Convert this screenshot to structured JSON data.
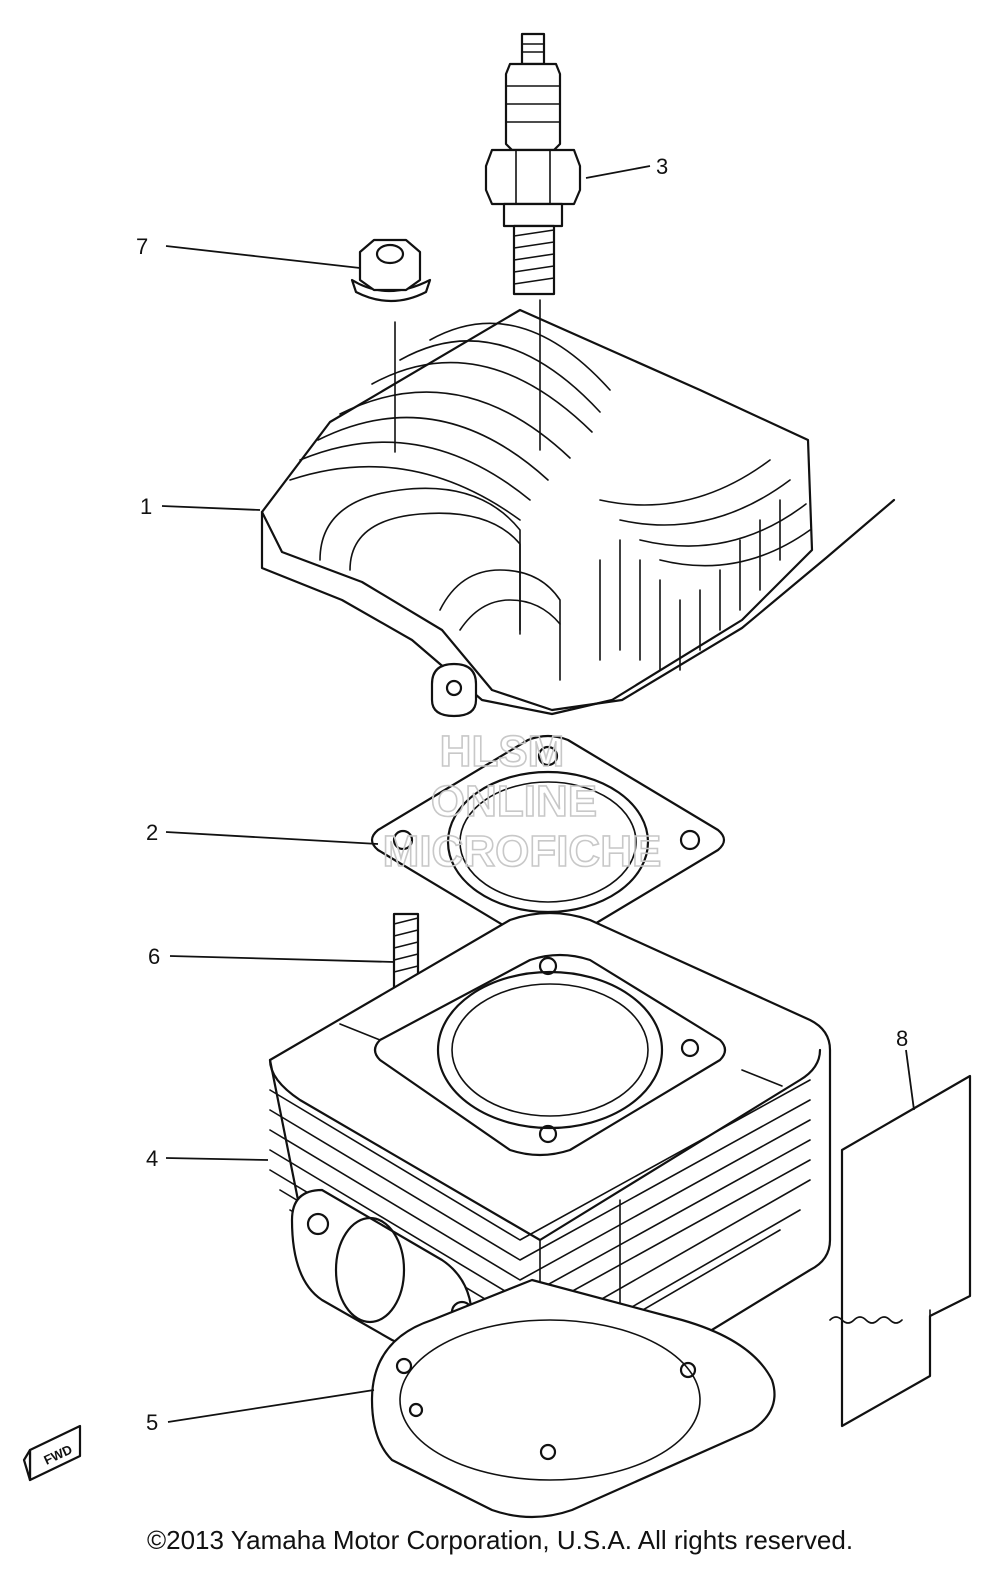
{
  "callouts": [
    {
      "number": "1",
      "part": "cylinder-head"
    },
    {
      "number": "2",
      "part": "head-gasket"
    },
    {
      "number": "3",
      "part": "spark-plug"
    },
    {
      "number": "4",
      "part": "cylinder"
    },
    {
      "number": "5",
      "part": "base-gasket"
    },
    {
      "number": "6",
      "part": "stud-bolt"
    },
    {
      "number": "7",
      "part": "nut"
    },
    {
      "number": "8",
      "part": "reed-plate"
    }
  ],
  "watermark": [
    "HLSM",
    "ONLINE",
    "MICROFICHE"
  ],
  "fwd_label": "FWD",
  "copyright": "©2013 Yamaha Motor Corporation, U.S.A. All rights reserved."
}
